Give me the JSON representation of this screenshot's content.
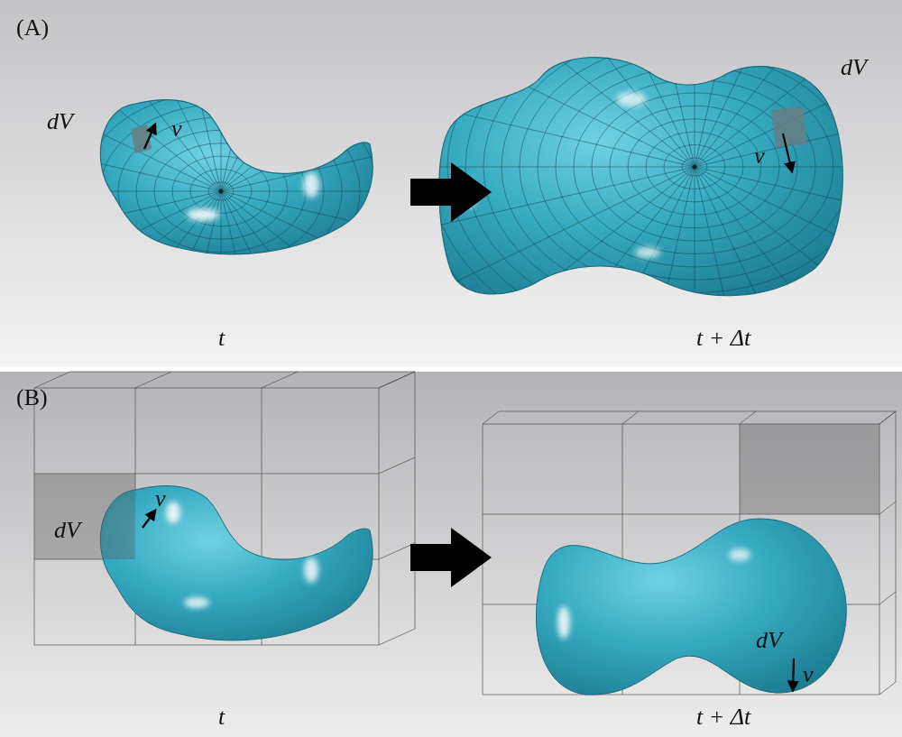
{
  "diagram": {
    "labels": [
      "(A)",
      "dV",
      "v⃗",
      "dV",
      "v⃗",
      "t",
      "t + Δt",
      "(B)",
      "v⃗",
      "dV",
      "dV",
      "v⃗",
      "t",
      "t + Δt"
    ]
  }
}
